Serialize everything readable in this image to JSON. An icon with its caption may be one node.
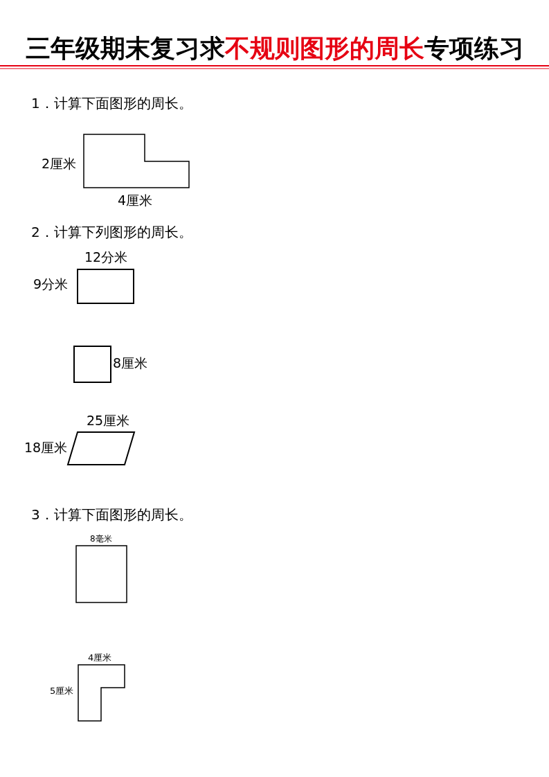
{
  "diagram": {
    "title": "三年级期末复习求不规则图形的周长专项练习",
    "nodes": [
      {
        "text": [],
        "shape": "polygon",
        "beside": [
          "2厘米",
          "4厘米"
        ]
      },
      {
        "text": [],
        "shape": "box",
        "beside": [
          "12分米",
          "9分米"
        ]
      },
      {
        "text": [],
        "shape": "box",
        "beside": [
          "8厘米"
        ]
      },
      {
        "text": [],
        "shape": "parallelogram",
        "beside": [
          "25厘米",
          "18厘米"
        ]
      },
      {
        "text": [],
        "shape": "box",
        "beside": [
          "8毫米"
        ]
      },
      {
        "text": [],
        "shape": "polygon",
        "beside": [
          "4厘米",
          "5厘米"
        ]
      }
    ],
    "labels": [
      "1．计算下面图形的周长。",
      "2．计算下列图形的周长。",
      "3．计算下面图形的周长。"
    ]
  }
}
